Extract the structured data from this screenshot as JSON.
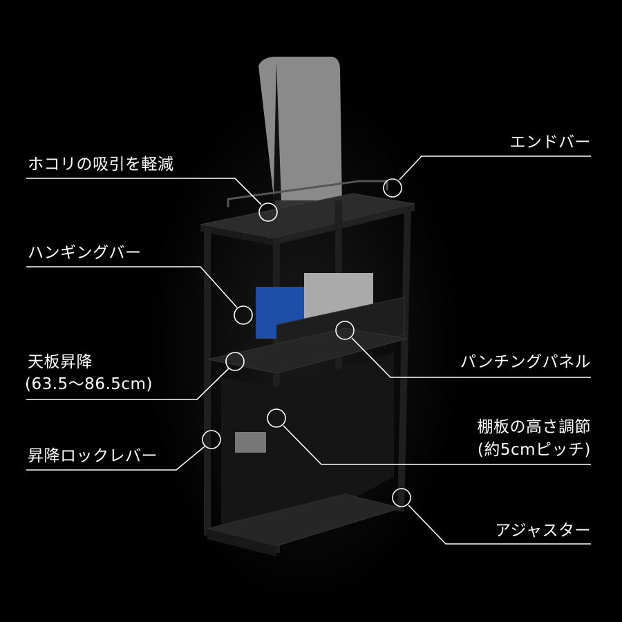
{
  "callouts": {
    "dust": "ホコリの吸引を軽減",
    "end_bar": "エンドバー",
    "hanging_bar": "ハンギングバー",
    "top_lift_line1": "天板昇降",
    "top_lift_line2": "(63.5〜86.5cm)",
    "lock_lever": "昇降ロックレバー",
    "punching_panel": "パンチングパネル",
    "shelf_adjust_line1": "棚板の高さ調節",
    "shelf_adjust_line2": "(約5cmピッチ)",
    "adjuster": "アジャスター"
  },
  "colors": {
    "background": "#000000",
    "line": "#ffffff",
    "product": "#2a2a2a"
  }
}
